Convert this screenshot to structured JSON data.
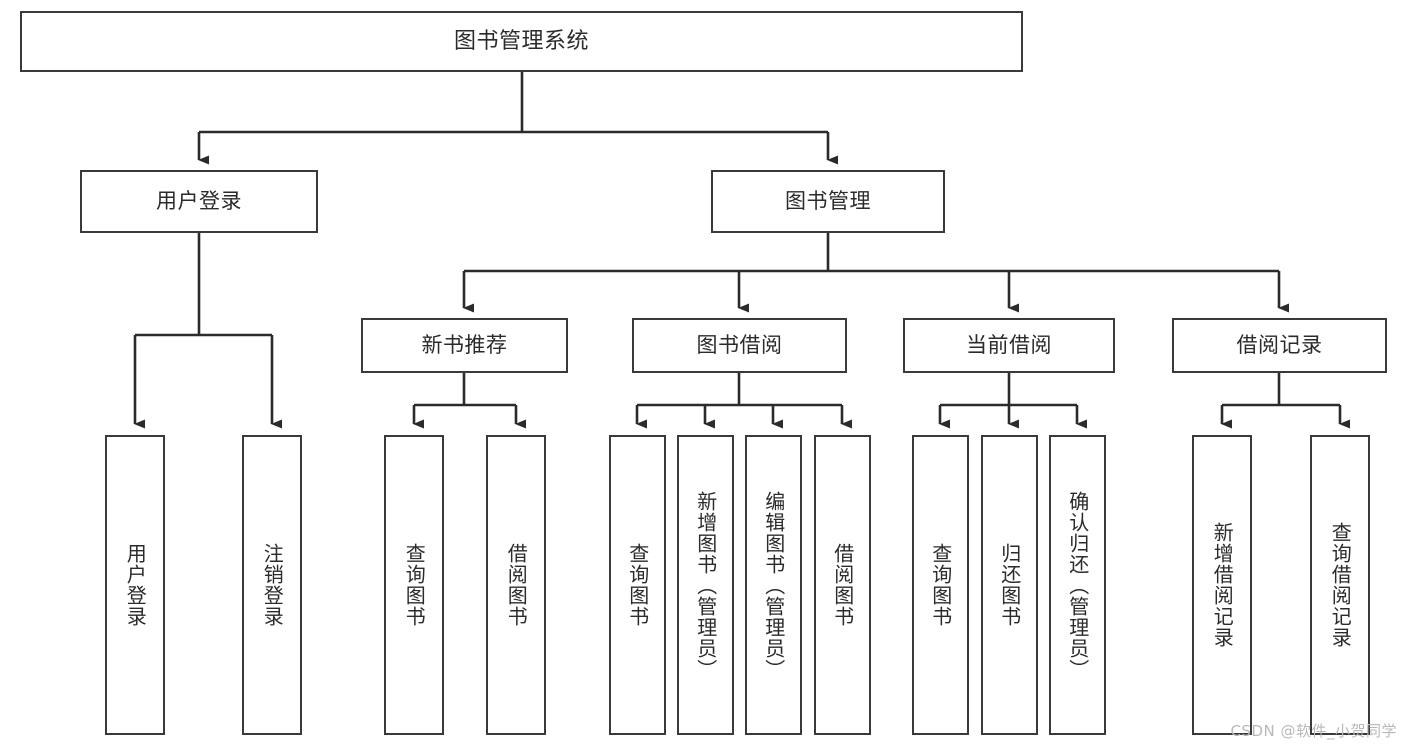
{
  "diagram": {
    "title": "图书管理系统",
    "type": "功能结构图",
    "colors": {
      "box_border": "#3a3a3a",
      "box_fill": "#ffffff",
      "connector": "#2b2b2b",
      "text": "#2b2b2b",
      "watermark": "#b9b9b9",
      "background": "#ffffff"
    },
    "levels": {
      "level1": {
        "nodes": [
          {
            "id": "root",
            "label": "图书管理系统"
          }
        ]
      },
      "level2": {
        "nodes": [
          {
            "id": "user-login",
            "label": "用户登录"
          },
          {
            "id": "book-manage",
            "label": "图书管理"
          }
        ]
      },
      "level3": {
        "nodes": [
          {
            "id": "new-book-recommend",
            "label": "新书推荐"
          },
          {
            "id": "book-borrow",
            "label": "图书借阅"
          },
          {
            "id": "current-borrow",
            "label": "当前借阅"
          },
          {
            "id": "borrow-record",
            "label": "借阅记录"
          }
        ]
      },
      "level4": {
        "groups": [
          {
            "parent": "user-login",
            "nodes": [
              {
                "id": "leaf-user-login",
                "label": "用户登录"
              },
              {
                "id": "leaf-logout-login",
                "label": "注销登录"
              }
            ]
          },
          {
            "parent": "new-book-recommend",
            "nodes": [
              {
                "id": "leaf-query-book-1",
                "label": "查询图书"
              },
              {
                "id": "leaf-borrow-book-1",
                "label": "借阅图书"
              }
            ]
          },
          {
            "parent": "book-borrow",
            "nodes": [
              {
                "id": "leaf-query-book-2",
                "label": "查询图书"
              },
              {
                "id": "leaf-add-book",
                "label": "新增图书（管理员）"
              },
              {
                "id": "leaf-edit-book",
                "label": "编辑图书（管理员）"
              },
              {
                "id": "leaf-borrow-book-2",
                "label": "借阅图书"
              }
            ]
          },
          {
            "parent": "current-borrow",
            "nodes": [
              {
                "id": "leaf-query-book-3",
                "label": "查询图书"
              },
              {
                "id": "leaf-return-book",
                "label": "归还图书"
              },
              {
                "id": "leaf-confirm-return",
                "label": "确认归还（管理员）"
              }
            ]
          },
          {
            "parent": "borrow-record",
            "nodes": [
              {
                "id": "leaf-add-record",
                "label": "新增借阅记录"
              },
              {
                "id": "leaf-query-record",
                "label": "查询借阅记录"
              }
            ]
          }
        ]
      }
    }
  },
  "watermark": {
    "text": "CSDN @软件_小贺同学"
  }
}
